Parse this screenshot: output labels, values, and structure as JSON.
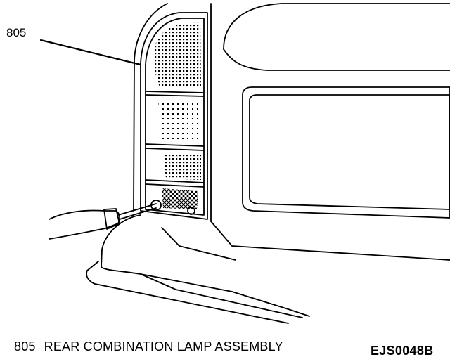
{
  "callout": {
    "number": "805"
  },
  "caption": {
    "number": "805",
    "text": "REAR COMBINATION LAMP ASSEMBLY"
  },
  "figure_code": "EJS0048B",
  "colors": {
    "ink": "#000000",
    "paper": "#ffffff"
  }
}
